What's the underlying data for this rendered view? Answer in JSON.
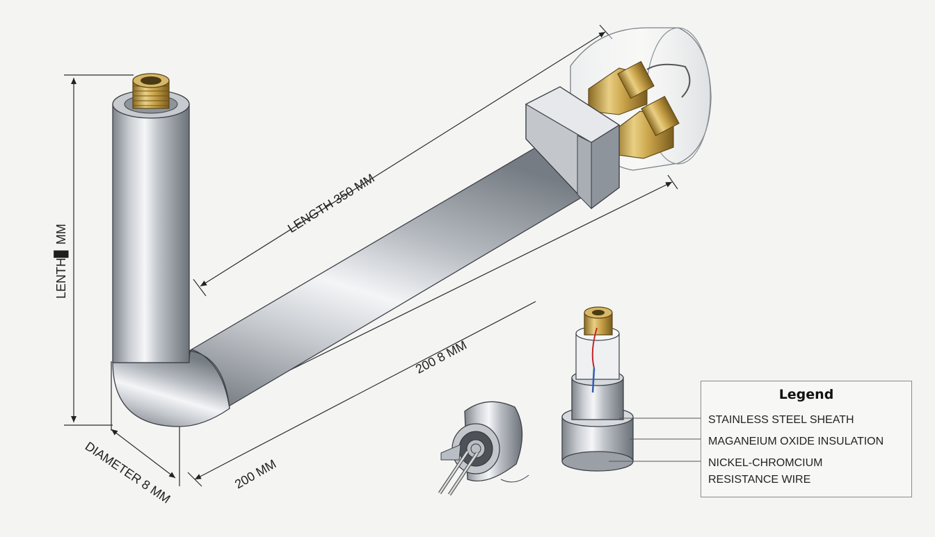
{
  "dimensions": {
    "vertical_length": "LENTH▊ MM",
    "diagonal_length": "LENGTH 350 MM",
    "lower_length": "200 8 MM",
    "base_length": "200 MM",
    "diameter": "DIAMETER 8 MM"
  },
  "legend": {
    "title": "Legend",
    "items": [
      "STAINLESS STEEL SHEATH",
      "MAGANEIUM OXIDE INSULATION",
      "NICKEL-CHROMCIUM",
      "RESISTANCE WIRE"
    ]
  },
  "colors": {
    "steel_light": "#f2f4f6",
    "steel_mid": "#b8bdc3",
    "steel_dark": "#6e747b",
    "brass": "#c9a34a",
    "brass_dark": "#8a6a22",
    "wire_red": "#c0262c",
    "wire_blue": "#2f5fb0"
  }
}
